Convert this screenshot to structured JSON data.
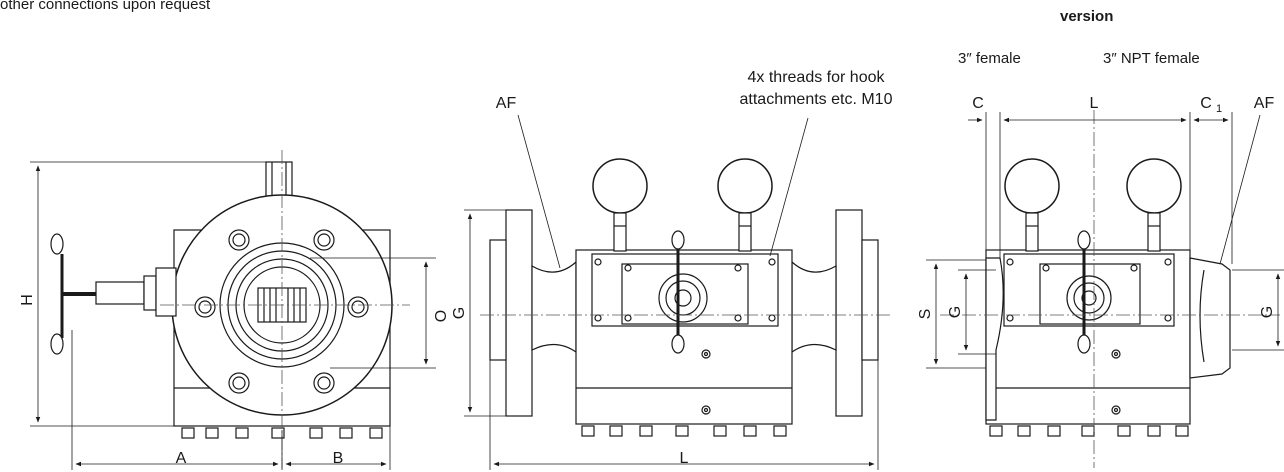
{
  "header": {
    "note": "other connections upon request",
    "version": "version",
    "col1": "3″ female",
    "col2": "3″ NPT female"
  },
  "annotations": {
    "af_left": "AF",
    "af_right": "AF",
    "threads_line1": "4x threads for hook",
    "threads_line2": "attachments etc. M10"
  },
  "dimensions": {
    "H": "H",
    "A": "A",
    "B": "B",
    "O": "O",
    "G_mid": "G",
    "L_mid": "L",
    "C": "C",
    "L_right": "L",
    "C1": "C",
    "C1_sub": "1",
    "S": "S",
    "G_right_in": "G",
    "G_right_out": "G"
  }
}
